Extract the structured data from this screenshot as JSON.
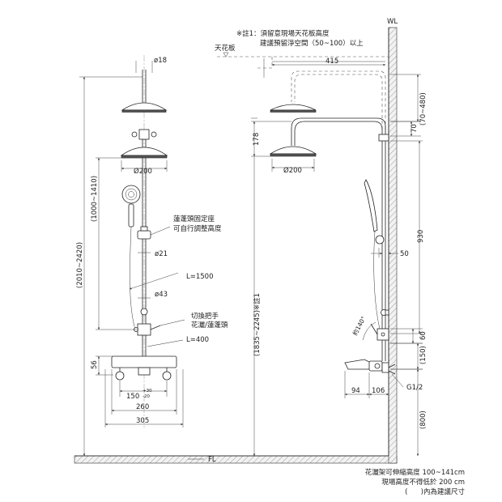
{
  "labels": {
    "wl": "WL",
    "fl": "FL",
    "ceiling": "天花板",
    "note1_line1": "※註1：須留意現場天花板高度",
    "note1_line2": "建議預留淨空間（50~100）以上"
  },
  "front_view": {
    "d18": "ø18",
    "d200": "Ø200",
    "d21": "ø21",
    "d43": "ø43",
    "holder_line1": "蓮蓬頭固定座",
    "holder_line2": "可自行調整高度",
    "hose_length": "L=1500",
    "switch_line1": "切換把手",
    "switch_line2": "花灑/蓮蓬頭",
    "l400": "L=400",
    "h56": "56",
    "w150": "150",
    "tol_plus": "+30",
    "tol_minus": "-20",
    "w260": "260",
    "w305": "305",
    "adj_range": "(1000~1410)",
    "total_range": "(2010~2420)"
  },
  "side_view": {
    "w415": "415",
    "h70_480": "(70~480)",
    "h70": "70",
    "h178": "178",
    "d200": "Ø200",
    "h930": "930",
    "w50": "50",
    "h1835": "(1835~2245)※註1",
    "angle": "約140°",
    "h60": "60",
    "h150": "(150)",
    "w94": "94",
    "w106": "106",
    "g12": "G1/2",
    "h800": "(800)"
  },
  "footnotes": {
    "line1": "花灑架可伸縮高度 100~141cm",
    "line2": "現場高度不得低於 200 cm",
    "line3": "(      )內為建議尺寸"
  }
}
